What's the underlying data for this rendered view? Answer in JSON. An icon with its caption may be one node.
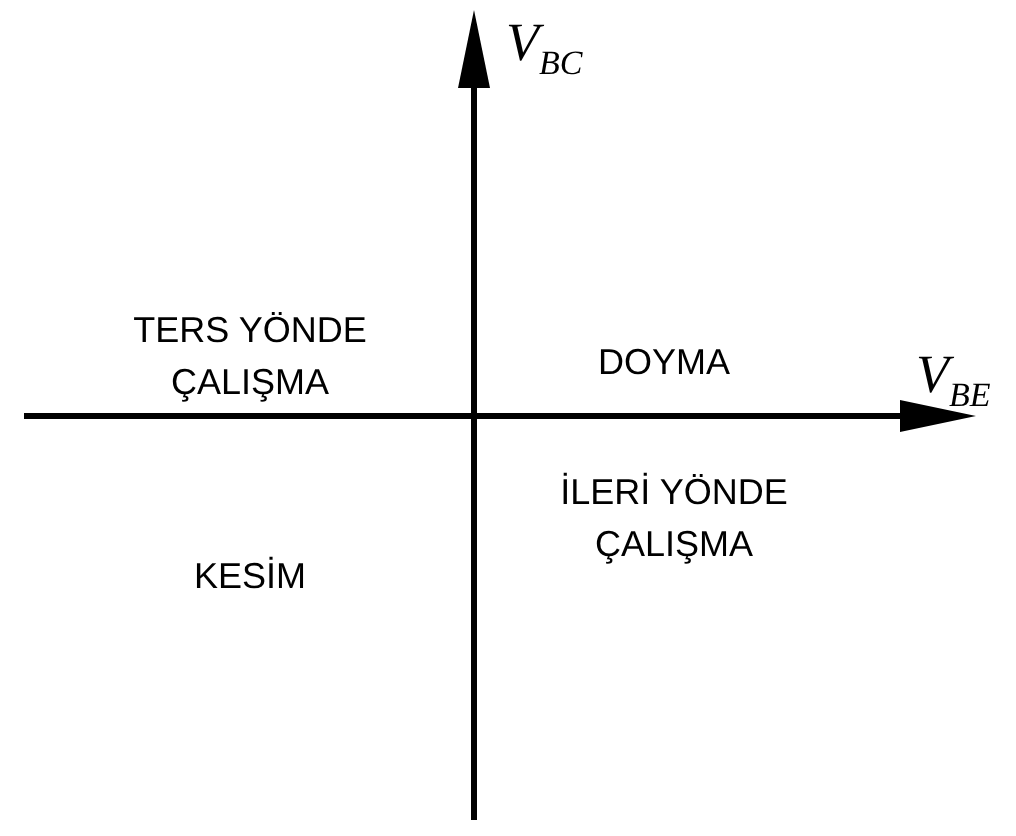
{
  "diagram": {
    "labels": [
      "V$_{BC}$",
      "V$_{BE}$",
      "TERS YÖNDE ÇALIŞMA",
      "DOYMA",
      "KESİM",
      "İLERİ YÖNDE ÇALIŞMA"
    ]
  }
}
